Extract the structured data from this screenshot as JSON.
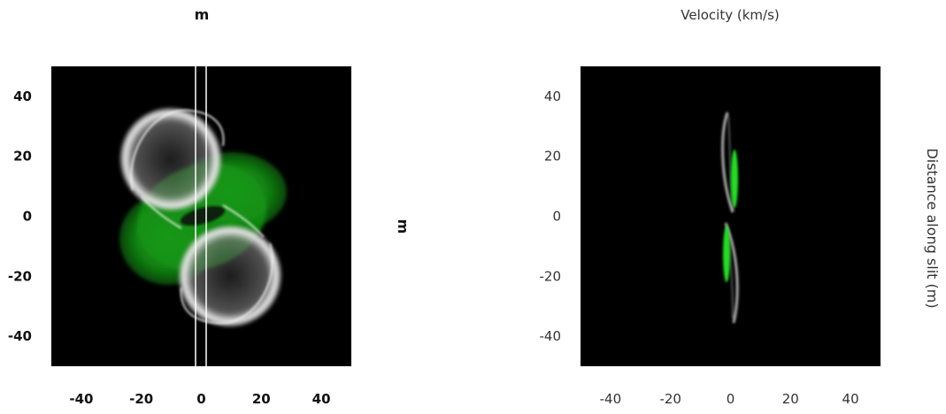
{
  "chart_data": [
    {
      "type": "heatmap",
      "title": "m",
      "xlabel": "",
      "ylabel": "m",
      "xlim": [
        -50,
        50
      ],
      "ylim": [
        -50,
        50
      ],
      "xticks": [
        -40,
        -20,
        0,
        20,
        40
      ],
      "yticks": [
        40,
        20,
        0,
        -20,
        -40
      ],
      "background": "#000000",
      "colors": {
        "shell": "#ffffff",
        "emission": "#22c422",
        "slit": "#ffffff"
      },
      "slit_x": [
        -2,
        1.5
      ],
      "grid": false
    },
    {
      "type": "heatmap",
      "title": "Velocity (km/s)",
      "xlabel": "",
      "ylabel": "Distance along slit (m)",
      "xlim": [
        -50,
        50
      ],
      "ylim": [
        -50,
        50
      ],
      "xticks": [
        -40,
        -20,
        0,
        20,
        40
      ],
      "yticks": [
        40,
        20,
        0,
        -20,
        -40
      ],
      "background": "#000000",
      "colors": {
        "shell": "#ffffff",
        "emission": "#22dd22"
      },
      "grid": false
    }
  ]
}
